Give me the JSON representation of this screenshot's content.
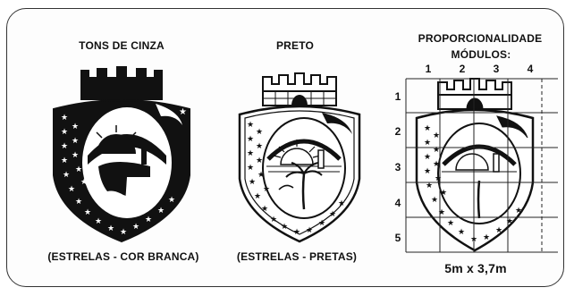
{
  "panels": {
    "grayscale": {
      "title": "TONS DE CINZA",
      "caption": "(ESTRELAS - COR BRANCA)"
    },
    "black": {
      "title": "PRETO",
      "caption": "(ESTRELAS - PRETAS)"
    },
    "proportionality": {
      "title": "PROPORCIONALIDADE",
      "subtitle": "MÓDULOS:",
      "columns": [
        "1",
        "2",
        "3",
        "4"
      ],
      "rows": [
        "1",
        "2",
        "3",
        "4",
        "5"
      ],
      "dimensions": "5m x 3,7m"
    }
  },
  "colors": {
    "ink": "#111111",
    "grid": "#333333",
    "background": "#ffffff"
  }
}
